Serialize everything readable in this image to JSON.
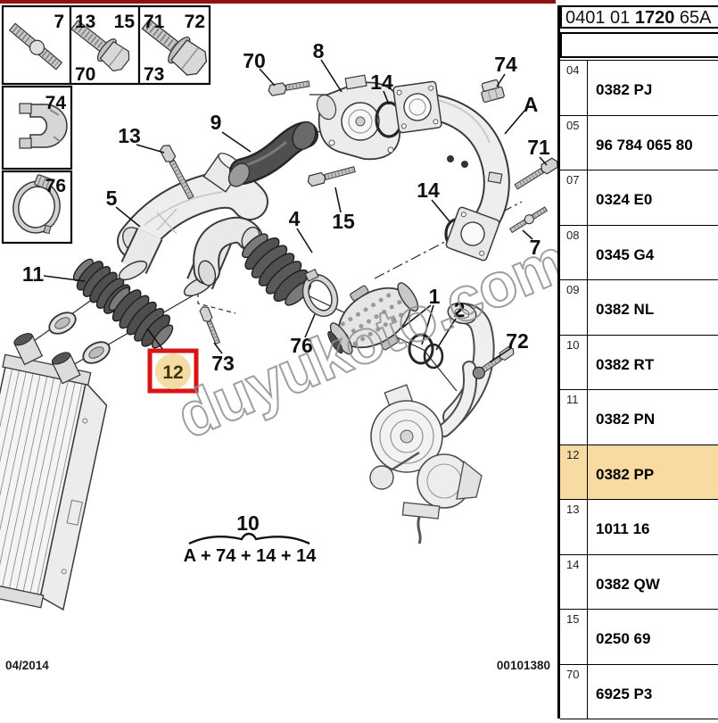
{
  "header": {
    "code_prefix": "0401 01",
    "code_bold": "1720",
    "code_suffix": "65A"
  },
  "footer": {
    "date": "04/2014",
    "doc_number": "00101380"
  },
  "watermark": {
    "text": "duyukoto.com"
  },
  "colors": {
    "highlight_red_box": "#d91414",
    "highlight_tan": "#f8dba2",
    "selected_circle_tan": "#f5dca6",
    "top_rule_red": "#8f1010"
  },
  "fastener_boxes": [
    {
      "icon": "stud-bolt-icon",
      "top_right": "7"
    },
    {
      "icon": "flange-bolt-icon",
      "top_left": "13",
      "top_right": "15",
      "bottom_left": "70"
    },
    {
      "icon": "flange-bolt-icon",
      "top_left": "71",
      "top_right": "72",
      "bottom_left": "73"
    },
    {
      "icon": "pipe-clamp-icon",
      "top_right": "74"
    },
    {
      "icon": "hose-clamp-icon",
      "top_right": "76"
    }
  ],
  "callouts": [
    {
      "id": "70",
      "label": "70"
    },
    {
      "id": "8",
      "label": "8"
    },
    {
      "id": "14-upper",
      "label": "14"
    },
    {
      "id": "74",
      "label": "74"
    },
    {
      "id": "A",
      "label": "A"
    },
    {
      "id": "71",
      "label": "71"
    },
    {
      "id": "9",
      "label": "9"
    },
    {
      "id": "13",
      "label": "13"
    },
    {
      "id": "5",
      "label": "5"
    },
    {
      "id": "4",
      "label": "4"
    },
    {
      "id": "15",
      "label": "15"
    },
    {
      "id": "14-lower",
      "label": "14"
    },
    {
      "id": "7",
      "label": "7"
    },
    {
      "id": "11",
      "label": "11"
    },
    {
      "id": "12",
      "label": "12"
    },
    {
      "id": "73",
      "label": "73"
    },
    {
      "id": "76",
      "label": "76"
    },
    {
      "id": "1",
      "label": "1"
    },
    {
      "id": "2",
      "label": "2"
    },
    {
      "id": "72",
      "label": "72"
    }
  ],
  "assembly_group": {
    "label": "10",
    "formula": "A + 74 + 14 + 14"
  },
  "selected_item": {
    "callout": "12",
    "part_number": "0382 PP"
  },
  "parts_table": {
    "rows": [
      {
        "ref": "04",
        "part_number": "0382 PJ",
        "highlighted": false
      },
      {
        "ref": "05",
        "part_number": "96 784 065 80",
        "highlighted": false
      },
      {
        "ref": "07",
        "part_number": "0324 E0",
        "highlighted": false
      },
      {
        "ref": "08",
        "part_number": "0345 G4",
        "highlighted": false
      },
      {
        "ref": "09",
        "part_number": "0382 NL",
        "highlighted": false
      },
      {
        "ref": "10",
        "part_number": "0382 RT",
        "highlighted": false
      },
      {
        "ref": "11",
        "part_number": "0382 PN",
        "highlighted": false
      },
      {
        "ref": "12",
        "part_number": "0382 PP",
        "highlighted": true
      },
      {
        "ref": "13",
        "part_number": "1011 16",
        "highlighted": false
      },
      {
        "ref": "14",
        "part_number": "0382 QW",
        "highlighted": false
      },
      {
        "ref": "15",
        "part_number": "0250 69",
        "highlighted": false
      },
      {
        "ref": "70",
        "part_number": "6925 P3",
        "highlighted": false
      }
    ]
  }
}
